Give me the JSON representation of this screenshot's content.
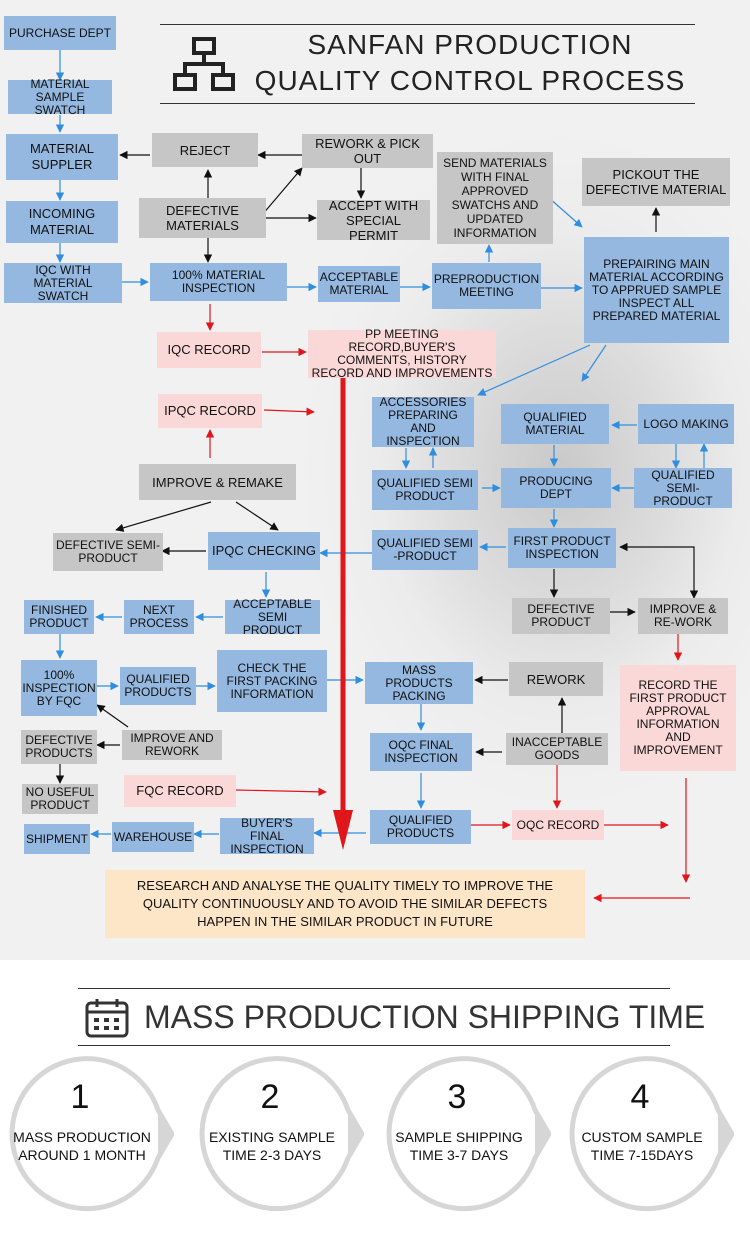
{
  "title": {
    "line1": "SANFAN  PRODUCTION",
    "line2": "QUALITY  CONTROL  PROCESS"
  },
  "boxes": {
    "purchase_dept": "PURCHASE DEPT",
    "material_sample_swatch": "MATERIAL SAMPLE SWATCH",
    "material_suppler": "MATERIAL SUPPLER",
    "incoming_material": "INCOMING MATERIAL",
    "iqc_with_material_swatch": "IQC WITH MATERIAL  SWATCH",
    "reject": "REJECT",
    "rework_pick_out": "REWORK & PICK OUT",
    "defective_materials": "DEFECTIVE MATERIALS",
    "accept_with_special_permit": "ACCEPT WITH SPECIAL PERMIT",
    "send_materials": "SEND MATERIALS WITH FINAL APPROVED SWATCHS AND  UPDATED INFORMATION",
    "pickout_defective": "PICKOUT THE DEFECTIVE MATERIAL",
    "material_inspection": "100% MATERIAL INSPECTION",
    "acceptable_material": "ACCEPTABLE MATERIAL",
    "preproduction_meeting": "PREPRODUCTION MEETING",
    "prepairing_main": "PREPAIRING MAIN MATERIAL ACCORDING TO  APPRUED SAMPLE INSPECT ALL PREPARED MATERIAL",
    "iqc_record": "IQC RECORD",
    "pp_meeting_record": "PP MEETING RECORD,BUYER'S COMMENTS, HISTORY RECORD AND IMPROVEMENTS",
    "ipqc_record": "IPQC RECORD",
    "accessories_preparing": "ACCESSORIES PREPARING AND INSPECTION",
    "qualified_material": "QUALIFIED MATERIAL",
    "logo_making": "LOGO MAKING",
    "improve_remake": "IMPROVE & REMAKE",
    "qualified_semi_product_1": "QUALIFIED SEMI PRODUCT",
    "producing_dept": "PRODUCING DEPT",
    "qualified_semi_product_2": "QUALIFIED SEMI-PRODUCT",
    "defective_semi_product": "DEFECTIVE SEMI-PRODUCT",
    "ipqc_checking": "IPQC CHECKING",
    "qualified_semi_product_3": "QUALIFIED SEMI -PRODUCT",
    "first_product_inspection": "FIRST PRODUCT INSPECTION",
    "finished_product": "FINISHED PRODUCT",
    "next_process": "NEXT PROCESS",
    "acceptable_semi_product": "ACCEPTABLE SEMI PRODUCT",
    "defective_product": "DEFECTIVE PRODUCT",
    "improve_rework_1": "IMPROVE & RE-WORK",
    "inspection_by_fqc": "100% INSPECTION BY FQC",
    "qualified_products_1": "QUALIFIED PRODUCTS",
    "check_first_packing": "CHECK THE FIRST PACKING INFORMATION",
    "mass_products_packing": "MASS PRODUCTS PACKING",
    "rework": "REWORK",
    "record_first_product": "RECORD THE FIRST PRODUCT APPROVAL INFORMATION AND IMPROVEMENT",
    "defective_products": "DEFECTIVE PRODUCTS",
    "improve_and_rework": "IMPROVE AND REWORK",
    "oqc_final_inspection": "OQC FINAL INSPECTION",
    "inacceptable_goods": "INACCEPTABLE GOODS",
    "no_useful_product": "NO USEFUL PRODUCT",
    "fqc_record": "FQC RECORD",
    "shipment": "SHIPMENT",
    "warehouse": "WAREHOUSE",
    "buyers_final_inspection": "BUYER'S FINAL INSPECTION",
    "qualified_products_2": "QUALIFIED PRODUCTS",
    "oqc_record": "OQC  RECORD",
    "research": "RESEARCH AND ANALYSE THE QUALITY  TIMELY TO IMPROVE  THE QUALITY  CONTINUOUSLY AND TO AVOID THE SIMILAR DEFECTS HAPPEN  IN  THE  SIMILAR PRODUCT IN FUTURE"
  },
  "shipping": {
    "title": "MASS PRODUCTION SHIPPING TIME",
    "steps": [
      {
        "num": "1",
        "text": "MASS PRODUCTION AROUND 1  MONTH"
      },
      {
        "num": "2",
        "text": "EXISTING SAMPLE TIME 2-3 DAYS"
      },
      {
        "num": "3",
        "text": "SAMPLE SHIPPING TIME 3-7 DAYS"
      },
      {
        "num": "4",
        "text": "CUSTOM SAMPLE TIME 7-15DAYS"
      }
    ]
  },
  "colors": {
    "blue_box": "#94b8e0",
    "gray_box": "#c6c6c6",
    "pink_box": "#fbd8d8",
    "peach_box": "#fde5c8",
    "blue_arrow": "#2f8ee0",
    "red_arrow": "#e0161b",
    "black_arrow": "#111111"
  }
}
